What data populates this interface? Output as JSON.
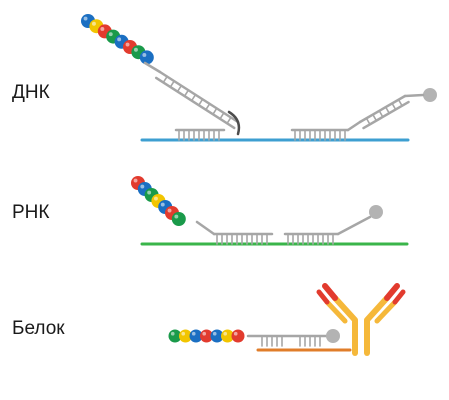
{
  "rows": [
    {
      "id": "dna",
      "label": "ДНК",
      "target_color": "#3d9fd1"
    },
    {
      "id": "rna",
      "label": "РНК",
      "target_color": "#3ab54a"
    },
    {
      "id": "protein",
      "label": "Белок",
      "target_color": "#e07d2a"
    }
  ],
  "palette": {
    "probe_gray": "#a6a6a6",
    "probe_dark": "#4d4d4d",
    "bead_blue": "#1b6fc2",
    "bead_green": "#1a9a4a",
    "bead_yellow": "#f2c500",
    "bead_red": "#e23b2e",
    "antibody_yellow": "#f5b83a",
    "antibody_red": "#e23b2e",
    "quencher": "#b3b3b3"
  },
  "barcodes": {
    "dna": [
      "bead_blue",
      "bead_yellow",
      "bead_red",
      "bead_green",
      "bead_blue",
      "bead_red",
      "bead_green",
      "bead_blue"
    ],
    "rna": [
      "bead_red",
      "bead_blue",
      "bead_green",
      "bead_yellow",
      "bead_blue",
      "bead_red",
      "bead_green"
    ],
    "protein": [
      "bead_green",
      "bead_yellow",
      "bead_blue",
      "bead_red",
      "bead_blue",
      "bead_yellow",
      "bead_red"
    ]
  }
}
